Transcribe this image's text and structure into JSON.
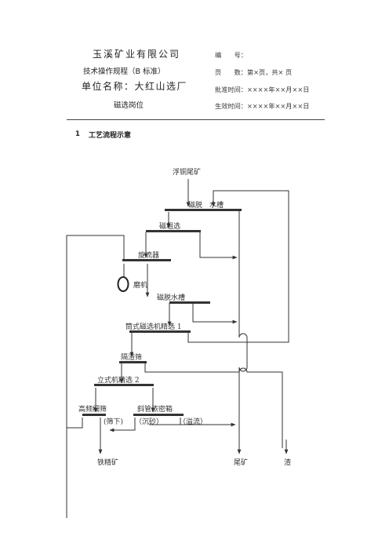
{
  "header": {
    "company": "玉溪矿业有限公司",
    "spec": "技术操作规程（B 标准）",
    "unit": "单位名称：大红山选厂",
    "post": "磁选岗位",
    "number_label": "编　　号：",
    "pages_label": "页　　数：第×页，共× 页",
    "approved_label": "批准时间：××××年××月××日",
    "effective_label": "生效时间：××××年××月××日"
  },
  "section": {
    "number": "1",
    "title": "工艺流程示意"
  },
  "flowchart": {
    "feed": "浮铜尾矿",
    "steps": {
      "dewater1": "磁脱　水槽",
      "rough": "磁粗选",
      "cyclone": "旋流器",
      "mill": "磨机",
      "dewater2": "磁脱水槽",
      "drum": "筒式磁选机精选 1",
      "trash_screen": "隔渣筛",
      "vertical": "立式机精选 2",
      "fine_screen": "高频细筛",
      "thickener": "斜管浓密箱",
      "undersize": "(筛下)",
      "sand": "（沉砂）",
      "overflow": "（溢流）"
    },
    "outputs": {
      "concentrate": "铁精矿",
      "tailings": "尾矿",
      "residue": "渣"
    }
  }
}
